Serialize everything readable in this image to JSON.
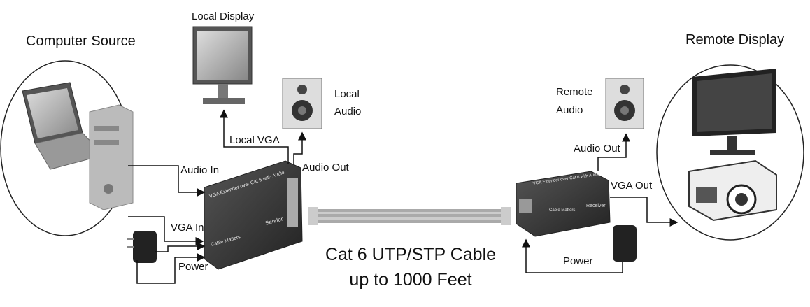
{
  "labels": {
    "computer_source": "Computer Source",
    "local_display": "Local Display",
    "local_audio_1": "Local",
    "local_audio_2": "Audio",
    "local_vga": "Local VGA",
    "audio_out_sender": "Audio Out",
    "audio_in": "Audio In",
    "vga_in": "VGA In",
    "power_sender": "Power",
    "cable_line1": "Cat 6 UTP/STP Cable",
    "cable_line2": "up to 1000 Feet",
    "remote_audio_1": "Remote",
    "remote_audio_2": "Audio",
    "audio_out_receiver": "Audio Out",
    "vga_out": "VGA Out",
    "power_receiver": "Power",
    "remote_display": "Remote Display"
  },
  "devices": {
    "sender_title": "VGA Extender over Cat 6 with Audio",
    "sender_brand": "Cable Matters",
    "sender_label": "Sender",
    "receiver_title": "VGA Extender over Cat 6 with Audio",
    "receiver_brand": "Cable Matters",
    "receiver_label": "Receiver"
  }
}
